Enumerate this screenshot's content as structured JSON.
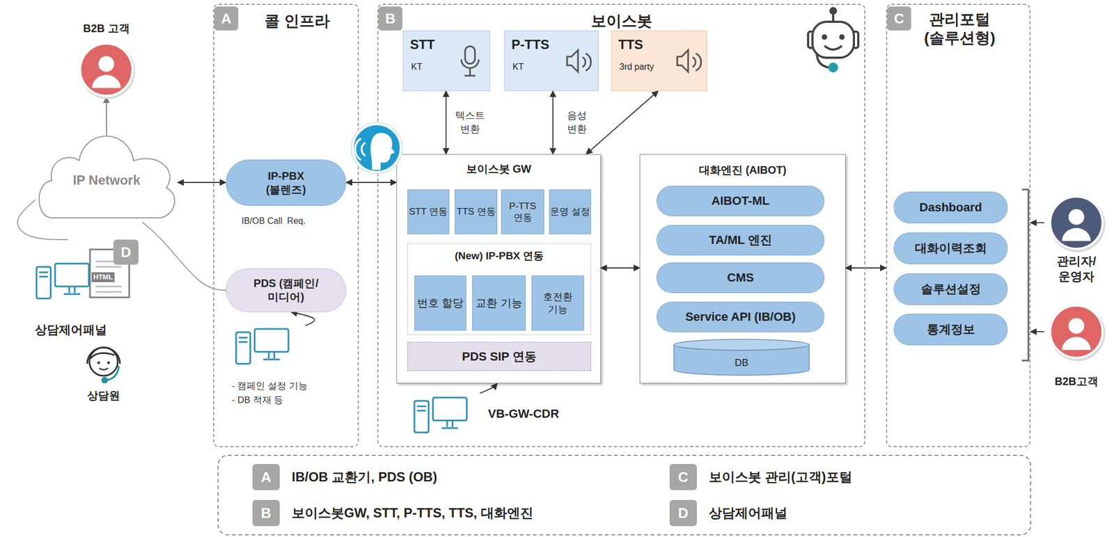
{
  "diagram": {
    "nodes": [
      {
        "text": [
          "B2B 고객"
        ]
      },
      {
        "text": [
          "IP Network"
        ]
      },
      {
        "text": [
          "상담제어패널"
        ]
      },
      {
        "text": [
          "D"
        ],
        "in": 2
      },
      {
        "text": [
          "상담원"
        ]
      },
      {
        "text": [
          "콜 인프라"
        ]
      },
      {
        "text": [
          "A"
        ],
        "in": 5
      },
      {
        "text": [
          "IP-PBX (볼렌즈)"
        ],
        "in": 5
      },
      {
        "text": [
          "PDS (캠페인/미디어)"
        ],
        "in": 5
      },
      {
        "text": [
          "- 캠페인 설정 기능",
          "- DB 적재 등"
        ],
        "in": 5
      },
      {
        "text": [
          "보이스봇"
        ]
      },
      {
        "text": [
          "B"
        ],
        "in": 10
      },
      {
        "text": [
          "STT",
          "KT"
        ],
        "in": 10
      },
      {
        "text": [
          "P-TTS",
          "KT"
        ],
        "in": 10
      },
      {
        "text": [
          "TTS",
          "3rd party"
        ],
        "in": 10
      },
      {
        "text": [
          "보이스봇 GW"
        ],
        "in": 10
      },
      {
        "text": [
          "STT 연동"
        ],
        "in": 15
      },
      {
        "text": [
          "TTS 연동"
        ],
        "in": 15
      },
      {
        "text": [
          "P-TTS 연동"
        ],
        "in": 15
      },
      {
        "text": [
          "운영 설정"
        ],
        "in": 15
      },
      {
        "text": [
          "(New) IP-PBX 연동"
        ],
        "in": 15
      },
      {
        "text": [
          "번호 할당"
        ],
        "in": 20
      },
      {
        "text": [
          "교환 기능"
        ],
        "in": 20
      },
      {
        "text": [
          "호전환 기능"
        ],
        "in": 20
      },
      {
        "text": [
          "PDS SIP 연동"
        ],
        "in": 15
      },
      {
        "text": [
          "VB-GW-CDR"
        ],
        "in": 10
      },
      {
        "text": [
          "대화엔진 (AIBOT)"
        ],
        "in": 10
      },
      {
        "text": [
          "AIBOT-ML"
        ],
        "in": 26
      },
      {
        "text": [
          "TA/ML 엔진"
        ],
        "in": 26
      },
      {
        "text": [
          "CMS"
        ],
        "in": 26
      },
      {
        "text": [
          "Service API (IB/OB)"
        ],
        "in": 26
      },
      {
        "text": [
          "DB"
        ],
        "in": 26
      },
      {
        "text": [
          "관리포털 (솔루션형)"
        ]
      },
      {
        "text": [
          "C"
        ],
        "in": 32
      },
      {
        "text": [
          "Dashboard"
        ],
        "in": 32
      },
      {
        "text": [
          "대화이력조회"
        ],
        "in": 32
      },
      {
        "text": [
          "솔루션설정"
        ],
        "in": 32
      },
      {
        "text": [
          "통계정보"
        ],
        "in": 32
      },
      {
        "text": [
          "관리자/운영자"
        ]
      },
      {
        "text": [
          "B2B고객"
        ]
      }
    ],
    "edges": [
      {
        "from": 1,
        "to": 0,
        "arrow": "to"
      },
      {
        "from": 1,
        "to": 7,
        "arrow": "both"
      },
      {
        "from": 7,
        "to": 15,
        "arrow": "both"
      },
      {
        "from": 12,
        "to": 15,
        "arrow": "both",
        "label": "텍스트 변환"
      },
      {
        "from": 13,
        "to": 15,
        "arrow": "both",
        "label": "음성 변환"
      },
      {
        "from": 14,
        "to": 15,
        "arrow": "both"
      },
      {
        "from": 15,
        "to": 26,
        "arrow": "both"
      },
      {
        "from": 26,
        "to": 32,
        "arrow": "both"
      },
      {
        "from": 1,
        "to": 2,
        "arrow": "none"
      },
      {
        "from": 1,
        "to": 8,
        "arrow": "none"
      },
      {
        "from": 9,
        "to": 8,
        "arrow": "to"
      },
      {
        "from": 25,
        "to": 15,
        "arrow": "to"
      },
      {
        "from": 38,
        "to": 32,
        "arrow": "to"
      },
      {
        "from": 39,
        "to": 32,
        "arrow": "to"
      }
    ],
    "labels": [
      "IB/OB Call  Req.",
      "HTML",
      "A",
      "B",
      "C",
      "D"
    ],
    "legend": [
      {
        "text": "IB/OB 교환기, PDS (OB)",
        "color": "#a6a6a6"
      },
      {
        "text": "보이스봇GW, STT, P-TTS, TTS, 대화엔진",
        "color": "#a6a6a6"
      },
      {
        "text": "보이스봇 관리(고객)포털",
        "color": "#a6a6a6"
      },
      {
        "text": "상담제어패널",
        "color": "#a6a6a6"
      }
    ]
  }
}
